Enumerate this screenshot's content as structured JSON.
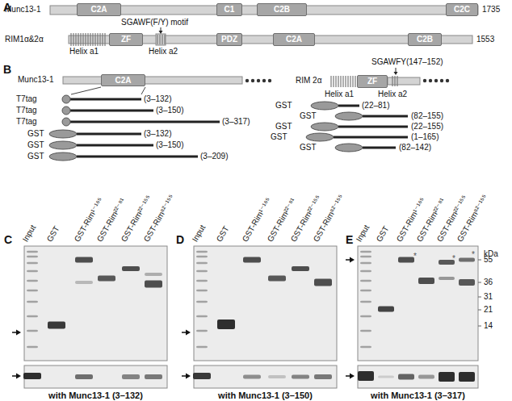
{
  "diagram": {
    "nodes": [
      {
        "text": [
          "C2A"
        ]
      },
      {
        "text": [
          "C1"
        ]
      },
      {
        "text": [
          "C2B"
        ]
      },
      {
        "text": [
          "C2C"
        ]
      },
      {
        "text": [
          "ZF"
        ]
      },
      {
        "text": [
          "PDZ"
        ]
      },
      {
        "text": [
          "C2A"
        ]
      },
      {
        "text": [
          "C2B"
        ]
      },
      {
        "text": [
          "C2A"
        ]
      },
      {
        "text": [
          "ZF"
        ]
      }
    ],
    "labels": [
      "A",
      "Munc13-1",
      "1735",
      "SGAWF(F/Y) motif",
      "RIM1α&2α",
      "1553",
      "Helix a1",
      "Helix a2",
      "B",
      "Munc13-1",
      "T7tag",
      "(3–132)",
      "T7tag",
      "(3–150)",
      "T7tag",
      "(3–317)",
      "GST",
      "(3–132)",
      "GST",
      "(3–150)",
      "GST",
      "(3–209)",
      "RIM 2α",
      "SGAWFY(147–152)",
      "Helix a1",
      "Helix a2",
      "GST",
      "(22–81)",
      "GST",
      "(82–155)",
      "GST",
      "(22–155)",
      "GST",
      "(1–165)",
      "GST",
      "(82–142)",
      "C",
      "Input",
      "GST",
      "GST-Rim¹⁻¹⁶⁵",
      "GST-Rim²²⁻⁸¹",
      "GST-Rim²²⁻¹⁵⁵",
      "GST-Rim⁸²⁻¹⁵⁵",
      "with Munc13-1 (3–132)",
      "D",
      "Input",
      "GST",
      "GST-Rim¹⁻¹⁶⁵",
      "GST-Rim²²⁻⁸¹",
      "GST-Rim²²⁻¹⁵⁵",
      "GST-Rim⁸²⁻¹⁵⁵",
      "with Munc13-1 (3–150)",
      "E",
      "Input",
      "GST",
      "GST-Rim¹⁻¹⁶⁵",
      "GST-Rim²²⁻⁸¹",
      "GST-Rim²²⁻¹⁵⁵",
      "GST-Rim⁸²⁻¹⁵⁵",
      "kDa",
      "55",
      "36",
      "31",
      "21",
      "14",
      "*",
      "*",
      "*",
      "with Munc13-1 (3–317)"
    ]
  }
}
